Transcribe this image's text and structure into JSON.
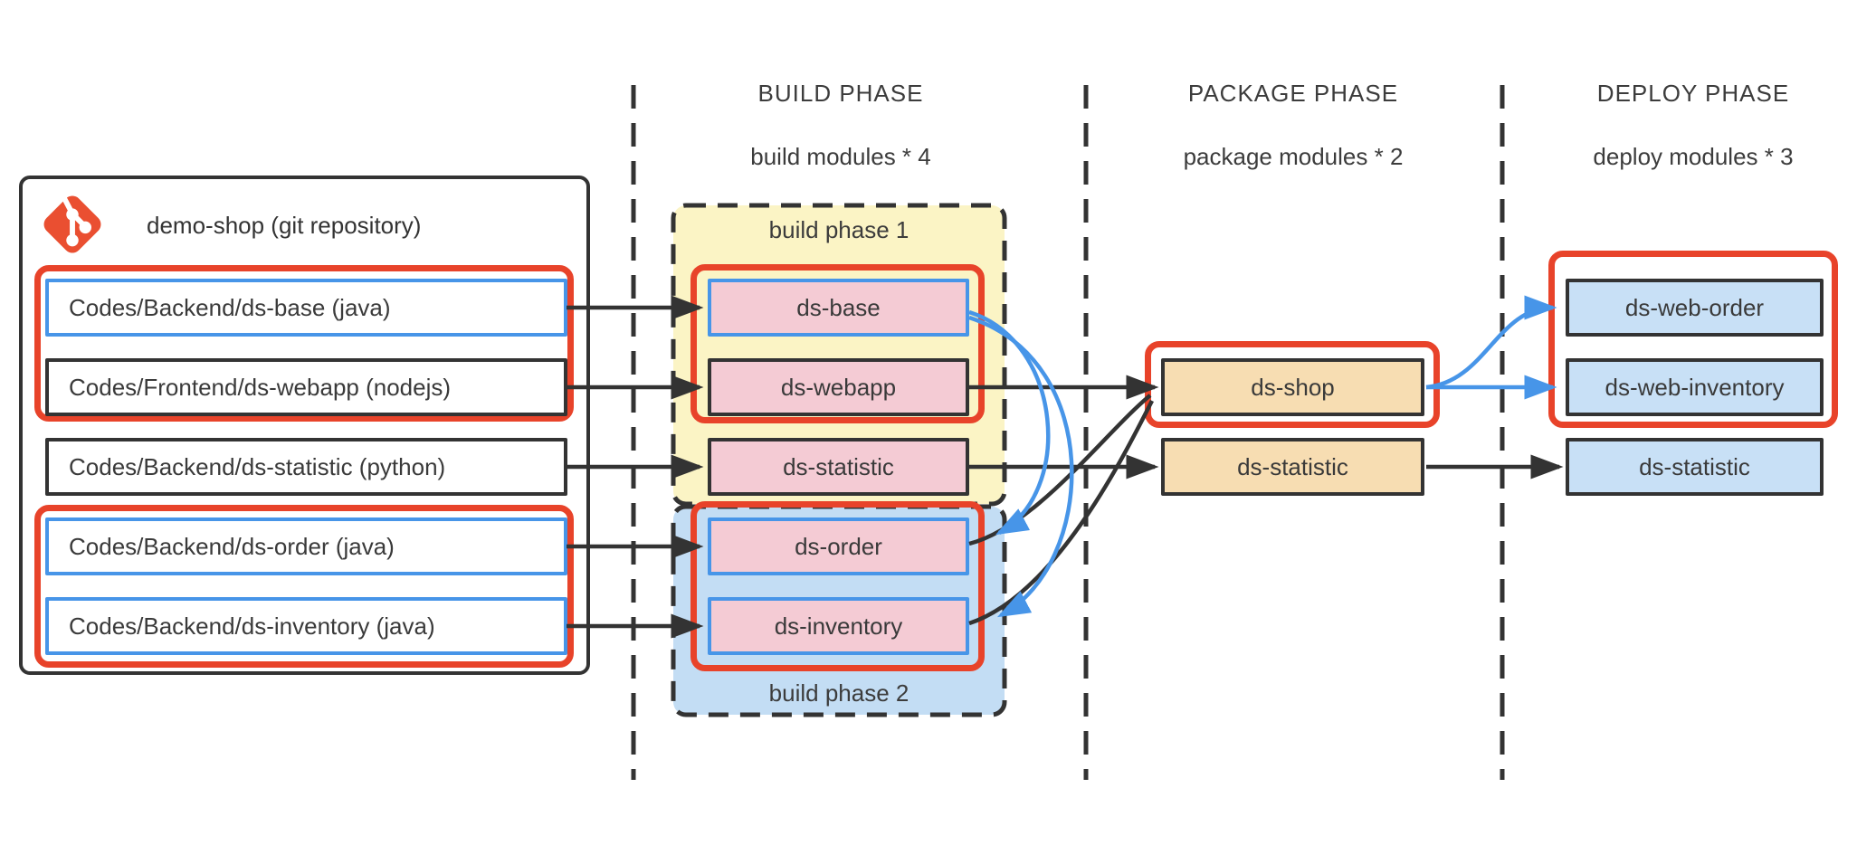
{
  "colors": {
    "red_accent": "#e8432a",
    "git_logo_red": "#ea4f31",
    "blue_accent": "#4795e8",
    "dark_stroke": "#333333",
    "pink_fill": "#f4cbd4",
    "yellow_fill": "#fbf4c5",
    "lightblue_fill": "#c8e0f6",
    "phase2_blue_fill": "#c3ddf4",
    "tan_fill": "#f7ddb2"
  },
  "phases": [
    {
      "title": "BUILD PHASE",
      "subtitle": "build modules * 4"
    },
    {
      "title": "PACKAGE PHASE",
      "subtitle": "package modules * 2"
    },
    {
      "title": "DEPLOY PHASE",
      "subtitle": "deploy modules * 3"
    }
  ],
  "repo": {
    "title": "demo-shop (git repository)",
    "items": [
      {
        "label": "Codes/Backend/ds-base (java)"
      },
      {
        "label": "Codes/Frontend/ds-webapp (nodejs)"
      },
      {
        "label": "Codes/Backend/ds-statistic (python)"
      },
      {
        "label": "Codes/Backend/ds-order (java)"
      },
      {
        "label": "Codes/Backend/ds-inventory (java)"
      }
    ]
  },
  "build": {
    "group1_label": "build phase 1",
    "group2_label": "build phase 2",
    "modules": [
      {
        "label": "ds-base"
      },
      {
        "label": "ds-webapp"
      },
      {
        "label": "ds-statistic"
      },
      {
        "label": "ds-order"
      },
      {
        "label": "ds-inventory"
      }
    ]
  },
  "package": {
    "modules": [
      {
        "label": "ds-shop"
      },
      {
        "label": "ds-statistic"
      }
    ]
  },
  "deploy": {
    "modules": [
      {
        "label": "ds-web-order"
      },
      {
        "label": "ds-web-inventory"
      },
      {
        "label": "ds-statistic"
      }
    ]
  },
  "edges": [
    {
      "from": "repo/ds-base",
      "to": "build/ds-base",
      "color": "black"
    },
    {
      "from": "repo/ds-webapp",
      "to": "build/ds-webapp",
      "color": "black"
    },
    {
      "from": "repo/ds-statistic",
      "to": "build/ds-statistic",
      "color": "black"
    },
    {
      "from": "repo/ds-order",
      "to": "build/ds-order",
      "color": "black"
    },
    {
      "from": "repo/ds-inventory",
      "to": "build/ds-inventory",
      "color": "black"
    },
    {
      "from": "build/ds-base",
      "to": "build/ds-order",
      "color": "blue"
    },
    {
      "from": "build/ds-base",
      "to": "build/ds-inventory",
      "color": "blue"
    },
    {
      "from": "build/ds-webapp",
      "to": "package/ds-shop",
      "color": "black"
    },
    {
      "from": "build/ds-order",
      "to": "package/ds-shop",
      "color": "black"
    },
    {
      "from": "build/ds-inventory",
      "to": "package/ds-shop",
      "color": "black"
    },
    {
      "from": "build/ds-statistic",
      "to": "package/ds-statistic",
      "color": "black"
    },
    {
      "from": "package/ds-shop",
      "to": "deploy/ds-web-order",
      "color": "blue"
    },
    {
      "from": "package/ds-shop",
      "to": "deploy/ds-web-inventory",
      "color": "blue"
    },
    {
      "from": "package/ds-statistic",
      "to": "deploy/ds-statistic",
      "color": "black"
    }
  ]
}
